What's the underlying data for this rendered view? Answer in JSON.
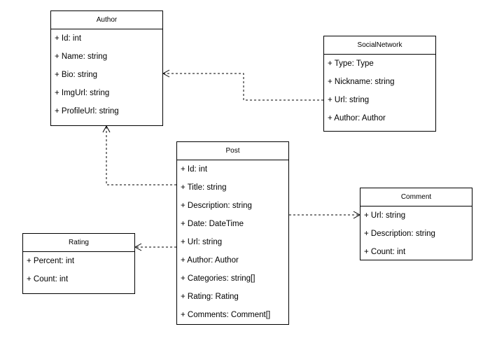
{
  "classes": {
    "author": {
      "name": "Author",
      "attributes": [
        "+ Id: int",
        "+ Name: string",
        "+ Bio: string",
        "+ ImgUrl: string",
        "+ ProfileUrl: string"
      ]
    },
    "social_network": {
      "name": "SocialNetwork",
      "attributes": [
        "+ Type: Type",
        "+ Nickname: string",
        "+ Url: string",
        "+ Author: Author"
      ]
    },
    "post": {
      "name": "Post",
      "attributes": [
        "+ Id: int",
        "+ Title: string",
        "+ Description: string",
        "+ Date: DateTime",
        "+ Url: string",
        "+ Author: Author",
        "+ Categories: string[]",
        "+ Rating: Rating",
        "+ Comments: Comment[]"
      ]
    },
    "comment": {
      "name": "Comment",
      "attributes": [
        "+ Url: string",
        "+ Description: string",
        "+ Count: int"
      ]
    },
    "rating": {
      "name": "Rating",
      "attributes": [
        "+ Percent: int",
        "+ Count: int"
      ]
    }
  },
  "relationships": [
    {
      "from": "SocialNetwork",
      "to": "Author",
      "type": "dependency"
    },
    {
      "from": "Post",
      "to": "Author",
      "type": "dependency"
    },
    {
      "from": "Post",
      "to": "Comment",
      "type": "dependency"
    },
    {
      "from": "Post",
      "to": "Rating",
      "type": "dependency"
    }
  ]
}
